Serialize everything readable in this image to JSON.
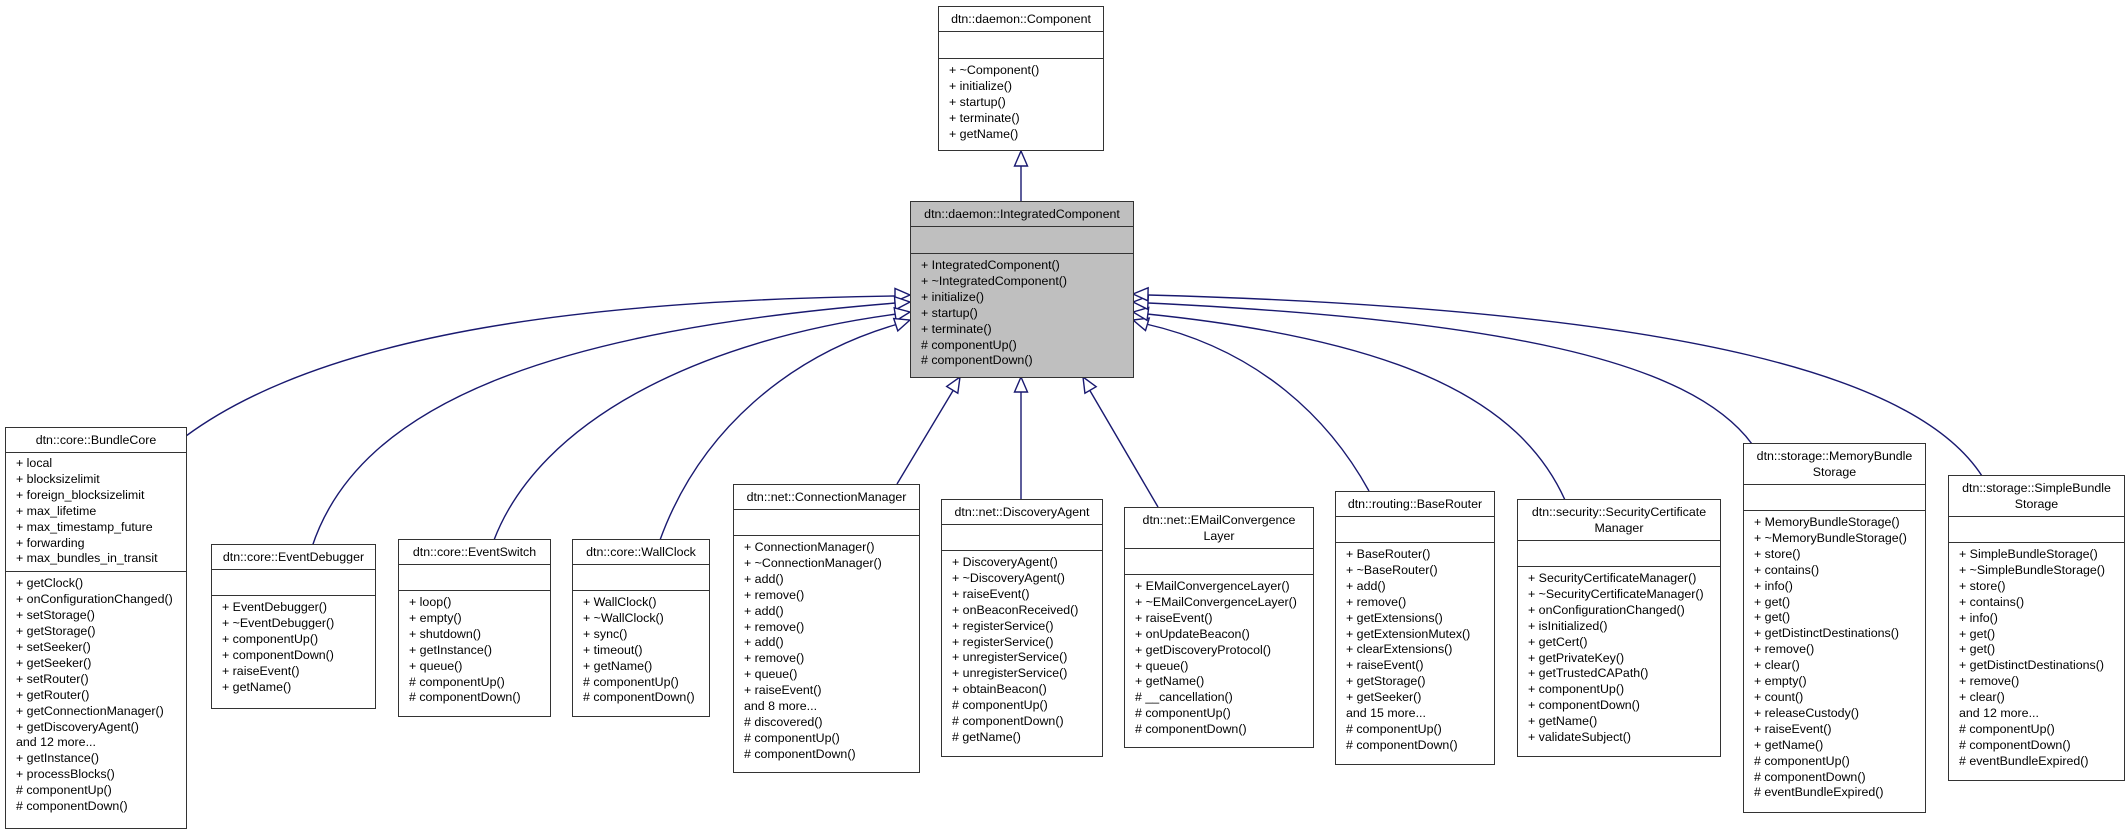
{
  "diagram": {
    "type": "uml-class-inheritance",
    "edge_color": "#191970",
    "focus_fill": "#bfbfbf"
  },
  "classes": {
    "component": {
      "name": "dtn::daemon::Component",
      "attributes": [],
      "operations": [
        "+ ~Component()",
        "+ initialize()",
        "+ startup()",
        "+ terminate()",
        "+ getName()"
      ]
    },
    "integrated": {
      "name": "dtn::daemon::IntegratedComponent",
      "attributes": [],
      "operations": [
        "+ IntegratedComponent()",
        "+ ~IntegratedComponent()",
        "+ initialize()",
        "+ startup()",
        "+ terminate()",
        "# componentUp()",
        "# componentDown()"
      ]
    },
    "bundlecore": {
      "name": "dtn::core::BundleCore",
      "attributes": [
        "+ local",
        "+ blocksizelimit",
        "+ foreign_blocksizelimit",
        "+ max_lifetime",
        "+ max_timestamp_future",
        "+ forwarding",
        "+ max_bundles_in_transit"
      ],
      "operations": [
        "+ getClock()",
        "+ onConfigurationChanged()",
        "+ setStorage()",
        "+ getStorage()",
        "+ setSeeker()",
        "+ getSeeker()",
        "+ setRouter()",
        "+ getRouter()",
        "+ getConnectionManager()",
        "+ getDiscoveryAgent()",
        "and 12 more...",
        "+ getInstance()",
        "+ processBlocks()",
        "# componentUp()",
        "# componentDown()"
      ]
    },
    "eventdebugger": {
      "name": "dtn::core::EventDebugger",
      "attributes": [],
      "operations": [
        "+ EventDebugger()",
        "+ ~EventDebugger()",
        "+ componentUp()",
        "+ componentDown()",
        "+ raiseEvent()",
        "+ getName()"
      ]
    },
    "eventswitch": {
      "name": "dtn::core::EventSwitch",
      "attributes": [],
      "operations": [
        "+ loop()",
        "+ empty()",
        "+ shutdown()",
        "+ getInstance()",
        "+ queue()",
        "# componentUp()",
        "# componentDown()"
      ]
    },
    "wallclock": {
      "name": "dtn::core::WallClock",
      "attributes": [],
      "operations": [
        "+ WallClock()",
        "+ ~WallClock()",
        "+ sync()",
        "+ timeout()",
        "+ getName()",
        "# componentUp()",
        "# componentDown()"
      ]
    },
    "connectionmanager": {
      "name": "dtn::net::ConnectionManager",
      "attributes": [],
      "operations": [
        "+ ConnectionManager()",
        "+ ~ConnectionManager()",
        "+ add()",
        "+ remove()",
        "+ add()",
        "+ remove()",
        "+ add()",
        "+ remove()",
        "+ queue()",
        "+ raiseEvent()",
        "and 8 more...",
        "# discovered()",
        "# componentUp()",
        "# componentDown()"
      ]
    },
    "discoveryagent": {
      "name": "dtn::net::DiscoveryAgent",
      "attributes": [],
      "operations": [
        "+ DiscoveryAgent()",
        "+ ~DiscoveryAgent()",
        "+ raiseEvent()",
        "+ onBeaconReceived()",
        "+ registerService()",
        "+ registerService()",
        "+ unregisterService()",
        "+ unregisterService()",
        "+ obtainBeacon()",
        "# componentUp()",
        "# componentDown()",
        "# getName()"
      ]
    },
    "emailcl": {
      "name": "dtn::net::EMailConvergence\nLayer",
      "attributes": [],
      "operations": [
        "+ EMailConvergenceLayer()",
        "+ ~EMailConvergenceLayer()",
        "+ raiseEvent()",
        "+ onUpdateBeacon()",
        "+ getDiscoveryProtocol()",
        "+ queue()",
        "+ getName()",
        "# __cancellation()",
        "# componentUp()",
        "# componentDown()"
      ]
    },
    "baserouter": {
      "name": "dtn::routing::BaseRouter",
      "attributes": [],
      "operations": [
        "+ BaseRouter()",
        "+ ~BaseRouter()",
        "+ add()",
        "+ remove()",
        "+ getExtensions()",
        "+ getExtensionMutex()",
        "+ clearExtensions()",
        "+ raiseEvent()",
        "+ getStorage()",
        "+ getSeeker()",
        "and 15 more...",
        "# componentUp()",
        "# componentDown()"
      ]
    },
    "securitycert": {
      "name": "dtn::security::SecurityCertificate\nManager",
      "attributes": [],
      "operations": [
        "+ SecurityCertificateManager()",
        "+ ~SecurityCertificateManager()",
        "+ onConfigurationChanged()",
        "+ isInitialized()",
        "+ getCert()",
        "+ getPrivateKey()",
        "+ getTrustedCAPath()",
        "+ componentUp()",
        "+ componentDown()",
        "+ getName()",
        "+ validateSubject()"
      ]
    },
    "memorystorage": {
      "name": "dtn::storage::MemoryBundle\nStorage",
      "attributes": [],
      "operations": [
        "+ MemoryBundleStorage()",
        "+ ~MemoryBundleStorage()",
        "+ store()",
        "+ contains()",
        "+ info()",
        "+ get()",
        "+ get()",
        "+ getDistinctDestinations()",
        "+ remove()",
        "+ clear()",
        "+ empty()",
        "+ count()",
        "+ releaseCustody()",
        "+ raiseEvent()",
        "+ getName()",
        "# componentUp()",
        "# componentDown()",
        "# eventBundleExpired()"
      ]
    },
    "simplestorage": {
      "name": "dtn::storage::SimpleBundle\nStorage",
      "attributes": [],
      "operations": [
        "+ SimpleBundleStorage()",
        "+ ~SimpleBundleStorage()",
        "+ store()",
        "+ contains()",
        "+ info()",
        "+ get()",
        "+ get()",
        "+ getDistinctDestinations()",
        "+ remove()",
        "+ clear()",
        "and 12 more...",
        "# componentUp()",
        "# componentDown()",
        "# eventBundleExpired()"
      ]
    }
  },
  "inheritance": [
    {
      "child": "integrated",
      "parent": "component"
    },
    {
      "child": "bundlecore",
      "parent": "integrated"
    },
    {
      "child": "eventdebugger",
      "parent": "integrated"
    },
    {
      "child": "eventswitch",
      "parent": "integrated"
    },
    {
      "child": "wallclock",
      "parent": "integrated"
    },
    {
      "child": "connectionmanager",
      "parent": "integrated"
    },
    {
      "child": "discoveryagent",
      "parent": "integrated"
    },
    {
      "child": "emailcl",
      "parent": "integrated"
    },
    {
      "child": "baserouter",
      "parent": "integrated"
    },
    {
      "child": "securitycert",
      "parent": "integrated"
    },
    {
      "child": "memorystorage",
      "parent": "integrated"
    },
    {
      "child": "simplestorage",
      "parent": "integrated"
    }
  ]
}
